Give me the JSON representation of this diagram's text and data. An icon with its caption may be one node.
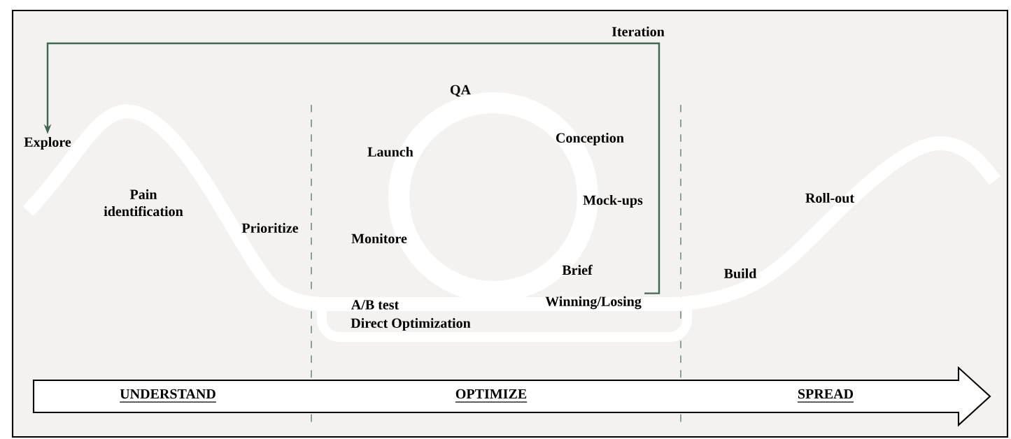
{
  "diagram": {
    "nodes": [
      {
        "text": [
          "Explore"
        ]
      },
      {
        "text": [
          "Winning/Losing"
        ]
      },
      {
        "text": [
          "UNDERSTAND",
          "OPTIMIZE",
          "SPREAD"
        ]
      }
    ],
    "edges": [
      {
        "from": 1,
        "to": 0,
        "arrow": "to",
        "label": "Iteration",
        "color": "#3d6b4f"
      }
    ],
    "labels": [
      "QA",
      "Launch",
      "Conception",
      "Pain identification",
      "Mock-ups",
      "Prioritize",
      "Monitore",
      "Roll-out",
      "Brief",
      "Build",
      "A/B test",
      "Direct Optimization"
    ]
  }
}
